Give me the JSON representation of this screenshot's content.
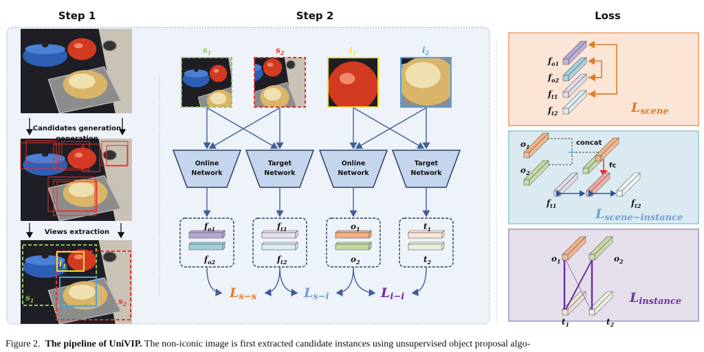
{
  "headers": {
    "step1": "Step 1",
    "step2": "Step 2",
    "loss": "Loss"
  },
  "step1": {
    "candidates_label": "Candidates generation",
    "candidates_overlap": "generation",
    "views_label": "Views extraction",
    "view_labels": {
      "i1": "i",
      "i1_sub": "1",
      "s1": "s",
      "s1_sub": "1",
      "s2": "s",
      "s2_sub": "2"
    }
  },
  "step2": {
    "views": [
      {
        "main": "s",
        "sub": "1",
        "color": "#8fc651"
      },
      {
        "main": "s",
        "sub": "2",
        "color": "#e8322b"
      },
      {
        "main": "i",
        "sub": "1",
        "color": "#f2e52a"
      },
      {
        "main": "i",
        "sub": "2",
        "color": "#4aa3df"
      }
    ],
    "networks": [
      {
        "line1": "Online",
        "line2": "Network"
      },
      {
        "line1": "Target",
        "line2": "Network"
      },
      {
        "line1": "Online",
        "line2": "Network"
      },
      {
        "line1": "Target",
        "line2": "Network"
      }
    ],
    "features": [
      {
        "top": {
          "main": "f",
          "sub": "o1"
        },
        "bottom": {
          "main": "f",
          "sub": "o2"
        },
        "colors": [
          "#b4a7d6",
          "#9fd0de"
        ]
      },
      {
        "top": {
          "main": "f",
          "sub": "t1"
        },
        "bottom": {
          "main": "f",
          "sub": "t2"
        },
        "colors": [
          "#e6e0ee",
          "#dcecf2"
        ]
      },
      {
        "top": {
          "main": "o",
          "sub": "1"
        },
        "bottom": {
          "main": "o",
          "sub": "2"
        },
        "colors": [
          "#f4b183",
          "#c5d9a0"
        ]
      },
      {
        "top": {
          "main": "t",
          "sub": "1"
        },
        "bottom": {
          "main": "t",
          "sub": "2"
        },
        "colors": [
          "#fbe5d6",
          "#eaf1dd"
        ]
      }
    ],
    "losses": [
      {
        "main": "L",
        "sub": "s−s",
        "color": "#e07b28"
      },
      {
        "main": "L",
        "sub": "s−i",
        "color": "#6f9fd8"
      },
      {
        "main": "L",
        "sub": "i−i",
        "color": "#7030a0"
      }
    ]
  },
  "loss": {
    "scene": {
      "labels": [
        {
          "main": "f",
          "sub": "o1"
        },
        {
          "main": "f",
          "sub": "o2"
        },
        {
          "main": "f",
          "sub": "t1"
        },
        {
          "main": "f",
          "sub": "t2"
        }
      ],
      "title": {
        "main": "L",
        "sub": "scene"
      },
      "color": "#e07b28"
    },
    "scene_instance": {
      "o1": {
        "main": "o",
        "sub": "1"
      },
      "o2": {
        "main": "o",
        "sub": "2"
      },
      "concat": "concat",
      "fc": "fc",
      "ft1": {
        "main": "f",
        "sub": "t1"
      },
      "ft2": {
        "main": "f",
        "sub": "t2"
      },
      "title": {
        "main": "L",
        "sub": "scene−instance"
      },
      "color": "#6f9fd8"
    },
    "instance": {
      "o1": {
        "main": "o",
        "sub": "1"
      },
      "o2": {
        "main": "o",
        "sub": "2"
      },
      "t1": {
        "main": "t",
        "sub": "1"
      },
      "t2": {
        "main": "t",
        "sub": "2"
      },
      "title": {
        "main": "L",
        "sub": "instance"
      },
      "color": "#7030a0"
    }
  },
  "caption": {
    "prefix": "Figure 2.",
    "bold": "The pipeline of UniVIP.",
    "text": "The non-iconic image is first extracted candidate instances using unsupervised object proposal algo-"
  }
}
